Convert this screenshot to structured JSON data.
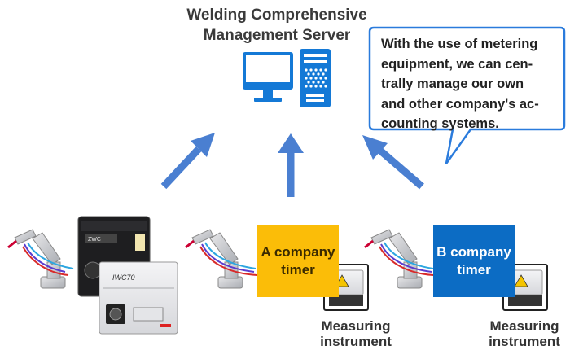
{
  "server": {
    "title_line1": "Welding Comprehensive",
    "title_line2": "Management Server"
  },
  "callout": {
    "lines": [
      "With the use of metering",
      "equipment, we can cen-",
      "trally manage our own",
      "and other company's ac-",
      "counting systems."
    ]
  },
  "timers": {
    "a": {
      "line1": "A company",
      "line2": "timer"
    },
    "b": {
      "line1": "B company",
      "line2": "timer"
    }
  },
  "measuring": {
    "a": {
      "line1": "Measuring",
      "line2": "instrument"
    },
    "b": {
      "line1": "Measuring",
      "line2": "instrument"
    }
  },
  "panel_labels": {
    "front_panel": "ZWC",
    "box_label": "IWC70"
  },
  "colors": {
    "arrow_blue": "#4a7fd1",
    "callout_border": "#2a7bdc",
    "icon_blue": "#1479d6",
    "timer_a_yellow": "#fbbd08",
    "timer_b_blue": "#0c6cc4"
  }
}
